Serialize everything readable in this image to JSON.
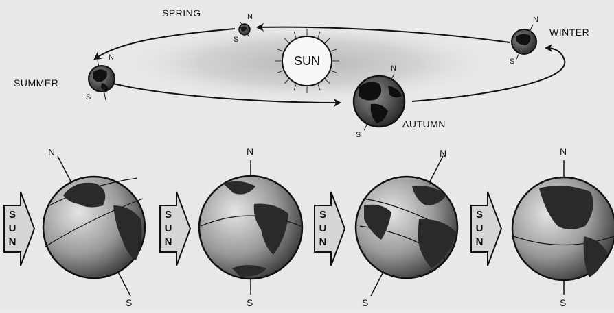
{
  "sun_label": "SUN",
  "seasons": {
    "spring": "SPRING",
    "summer": "SUMMER",
    "autumn": "AUTUMN",
    "winter": "WINTER"
  },
  "pole_labels": {
    "north": "N",
    "south": "S"
  },
  "sun_arrow_letters": [
    "S",
    "U",
    "N"
  ],
  "colors": {
    "background": "#ececec",
    "ink": "#111111",
    "globe_dark": "#2a2a2a",
    "globe_light": "#d6d6d6"
  }
}
